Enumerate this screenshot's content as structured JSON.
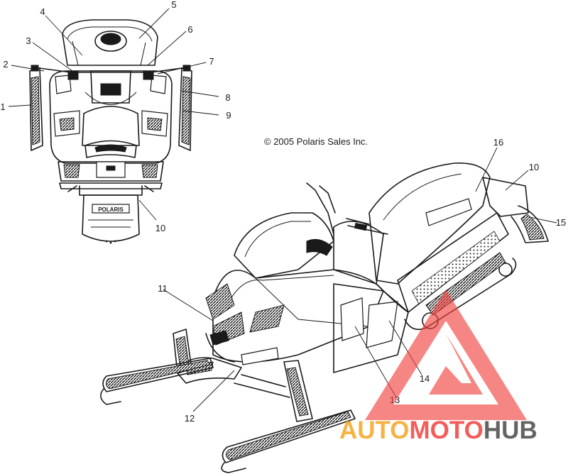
{
  "diagram": {
    "copyright": "© 2005 Polaris Sales Inc.",
    "callouts": {
      "c1": "1",
      "c2": "2",
      "c3": "3",
      "c4": "4",
      "c5": "5",
      "c6": "6",
      "c7": "7",
      "c8": "8",
      "c9": "9",
      "c10a": "10",
      "c10b": "10",
      "c11": "11",
      "c12": "12",
      "c13": "13",
      "c14": "14",
      "c15": "15",
      "c16": "16"
    },
    "plate_text": "POLARIS"
  },
  "watermark": {
    "part1": "AUTO",
    "part2": "MOTO",
    "part3": "HUB",
    "colors": {
      "red": "#f0413e",
      "orange": "#f5a623",
      "gray": "#4a4a4a"
    }
  }
}
